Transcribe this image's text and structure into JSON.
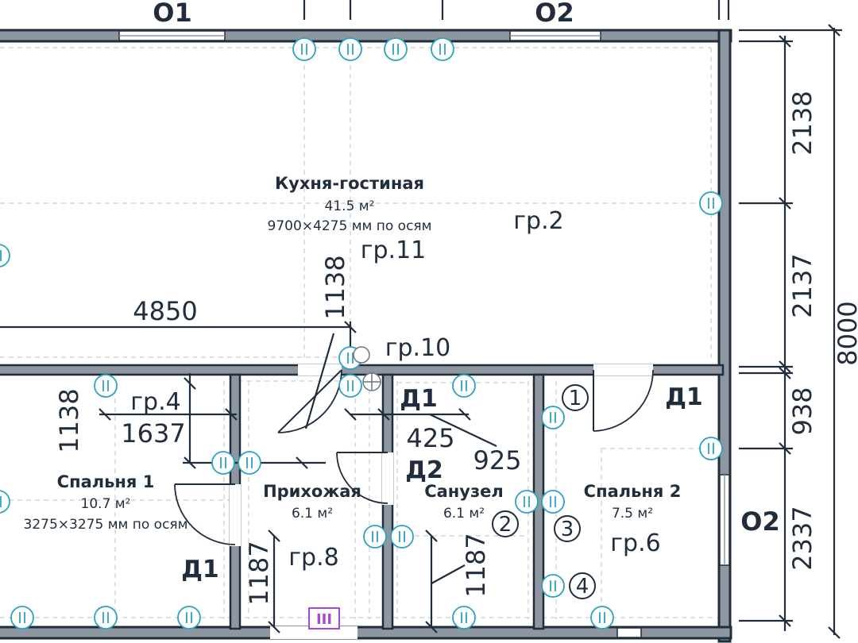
{
  "windows": {
    "top_left": "О1",
    "top_right": "О2",
    "right": "О2"
  },
  "rooms": [
    {
      "name": "Кухня-гостиная",
      "area": "41.5 м²",
      "dims": "9700×4275 мм по осям"
    },
    {
      "name": "Спальня 1",
      "area": "10.7 м²",
      "dims": "3275×3275 мм по осям"
    },
    {
      "name": "Прихожая",
      "area": "6.1 м²"
    },
    {
      "name": "Санузел",
      "area": "6.1 м²"
    },
    {
      "name": "Спальня 2",
      "area": "7.5 м²"
    }
  ],
  "groups": {
    "g2": "гр.2",
    "g11": "гр.11",
    "g10": "гр.10",
    "g4": "гр.4",
    "g8": "гр.8",
    "g6": "гр.6"
  },
  "doors": {
    "d1_bath": "Д1",
    "d1_bedroom2": "Д1",
    "d1_bedroom1": "Д1",
    "d2": "Д2"
  },
  "dimensions": {
    "d4850": "4850",
    "d1138_hall": "1138",
    "d1138_bed": "1138",
    "d1637": "1637",
    "d425": "425",
    "d925": "925",
    "d1187_hall": "1187",
    "d1187_bath": "1187",
    "d2138": "2138",
    "d2137": "2137",
    "d938": "938",
    "d2337": "2337",
    "d8000": "8000"
  },
  "markers": [
    "1",
    "2",
    "3",
    "4"
  ],
  "panel_label": "III",
  "colors": {
    "wall": "#8e969f",
    "line": "#1f2d3d",
    "socket": "#2aa3c2",
    "panel": "#a24ad6"
  }
}
